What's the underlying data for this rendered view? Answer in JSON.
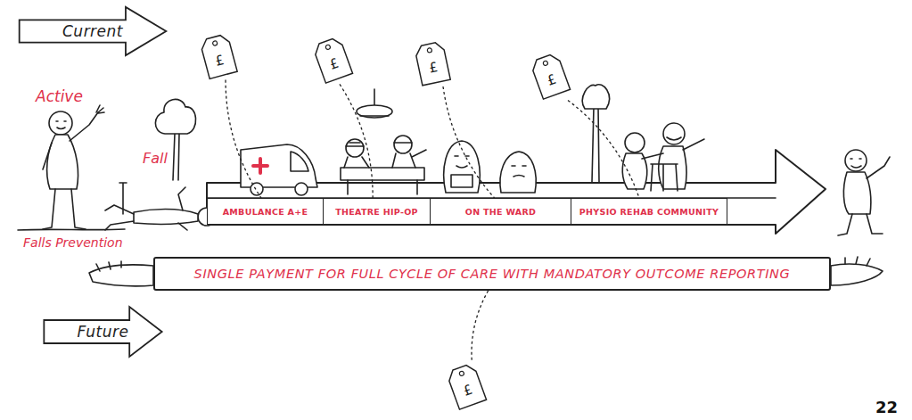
{
  "diagram": {
    "nodes": [
      {
        "text": [
          "Current"
        ]
      },
      {
        "text": [
          "£"
        ]
      },
      {
        "text": [
          "£"
        ]
      },
      {
        "text": [
          "£"
        ]
      },
      {
        "text": [
          "£"
        ]
      },
      {
        "text": [
          "AMBULANCE A+E"
        ]
      },
      {
        "text": [
          "THEATRE HIP-OP"
        ]
      },
      {
        "text": [
          "ON THE WARD"
        ]
      },
      {
        "text": [
          "PHYSIO REHAB COMMUNITY"
        ]
      },
      {
        "text": [
          "SINGLE PAYMENT FOR FULL CYCLE OF CARE WITH MANDATORY OUTCOME REPORTING"
        ]
      },
      {
        "text": [
          "Future"
        ]
      },
      {
        "text": [
          "£"
        ]
      }
    ],
    "edges": [
      {
        "from": 1,
        "to": 5,
        "arrow": "none"
      },
      {
        "from": 2,
        "to": 6,
        "arrow": "none"
      },
      {
        "from": 3,
        "to": 7,
        "arrow": "none"
      },
      {
        "from": 4,
        "to": 8,
        "arrow": "none"
      },
      {
        "from": 9,
        "to": 11,
        "arrow": "none"
      }
    ],
    "labels": [
      "Active",
      "Fall",
      "Falls Prevention",
      "22"
    ]
  }
}
